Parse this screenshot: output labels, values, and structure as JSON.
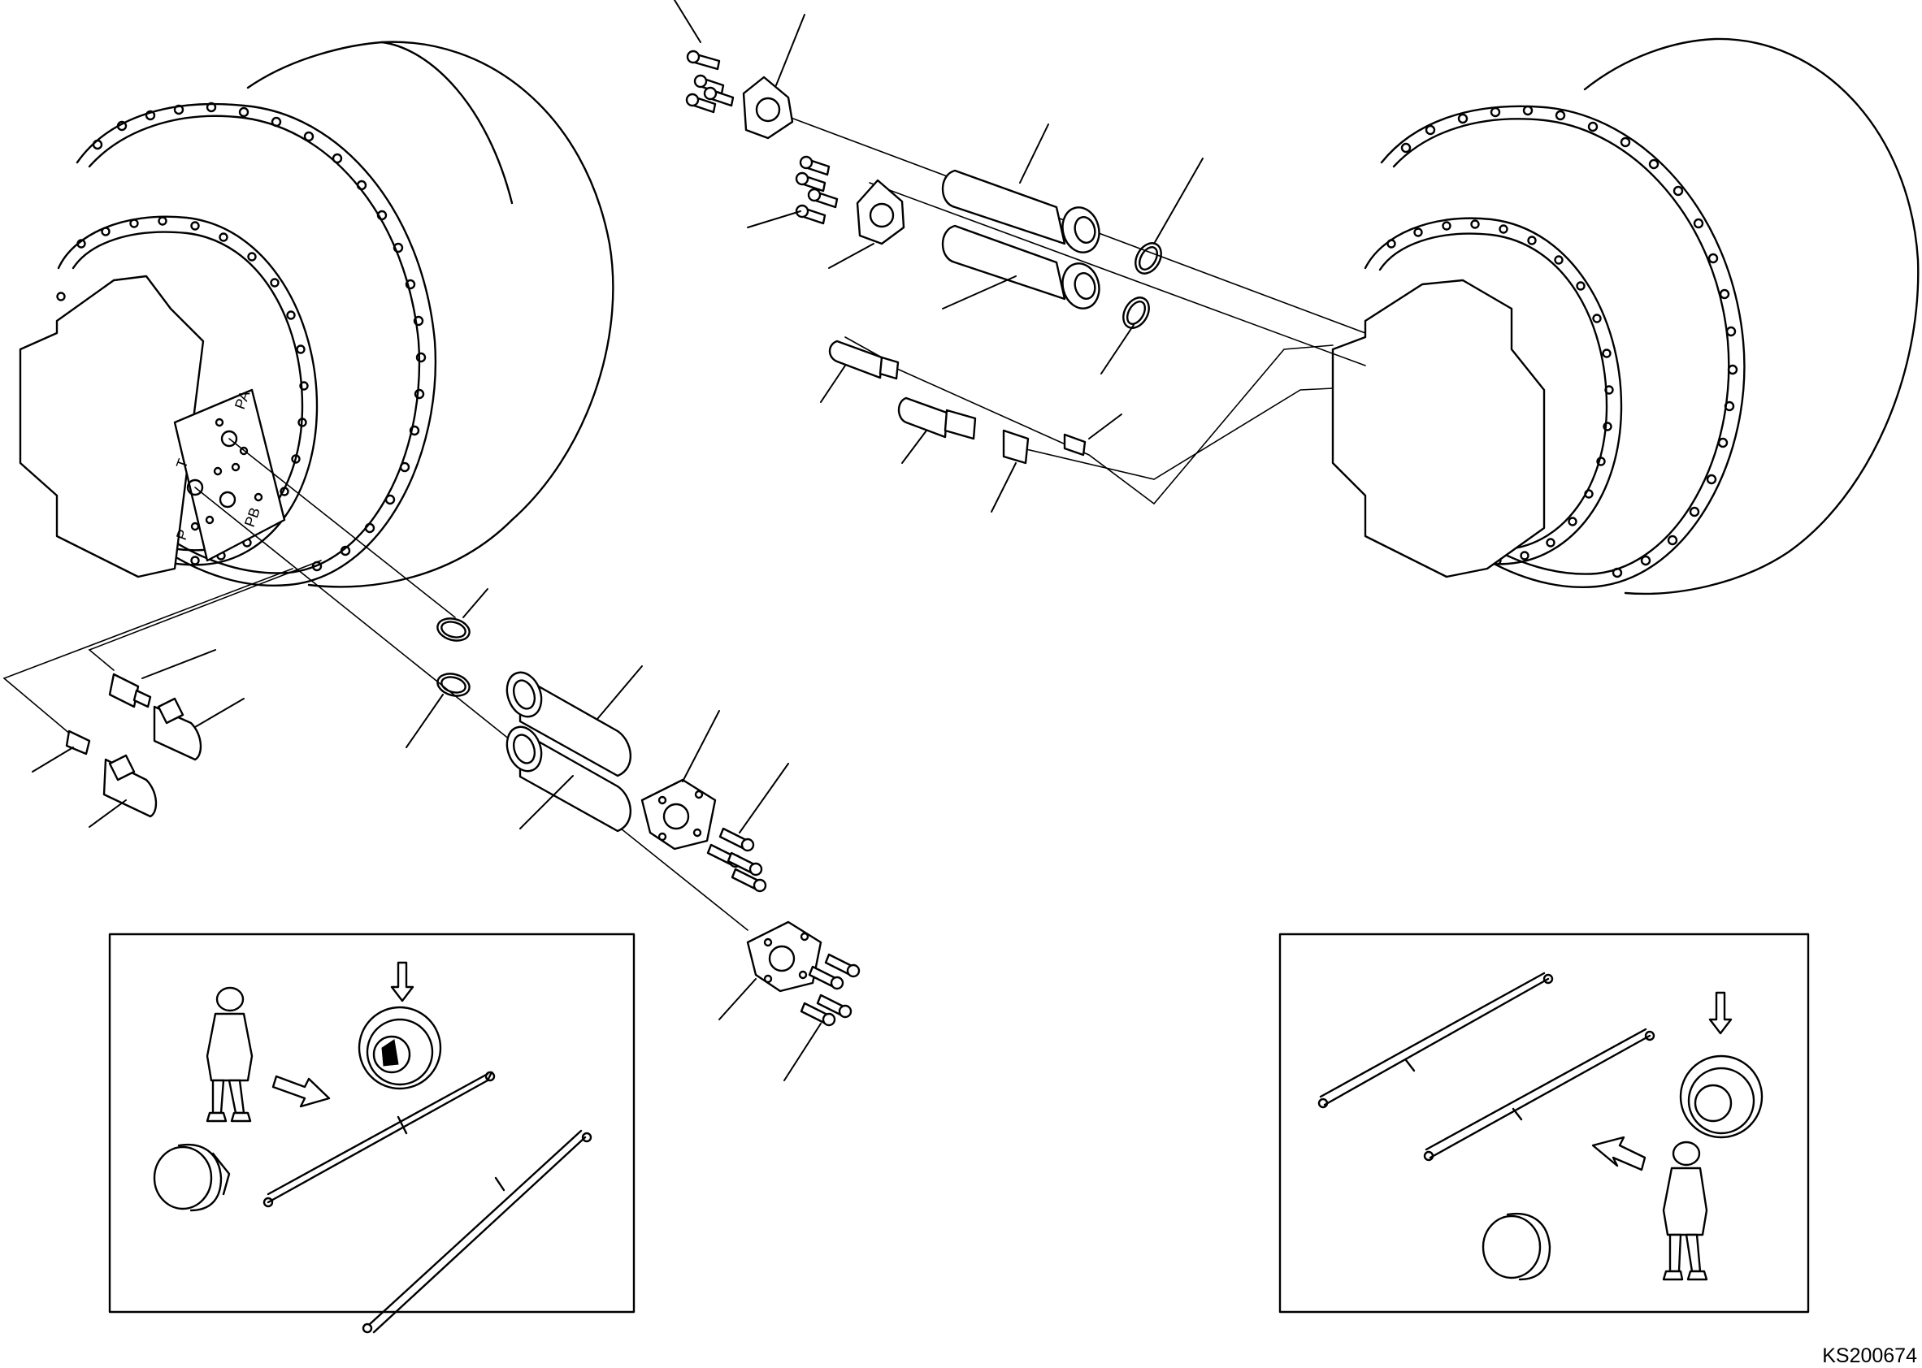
{
  "drawing_reference": "KS200674",
  "port_labels": {
    "port_p": "P",
    "port_t": "T",
    "port_pa": "PA",
    "port_pb": "PB"
  },
  "left_inset": {
    "description_icons": [
      "operator-figure-icon",
      "direction-arrow-icon",
      "travel-motor-icon",
      "hydraulic-cylinder-icon",
      "down-arrow-icon"
    ]
  },
  "right_inset": {
    "description_icons": [
      "operator-figure-icon",
      "direction-arrow-icon",
      "travel-motor-icon",
      "hydraulic-cylinder-icon",
      "down-arrow-icon"
    ]
  }
}
